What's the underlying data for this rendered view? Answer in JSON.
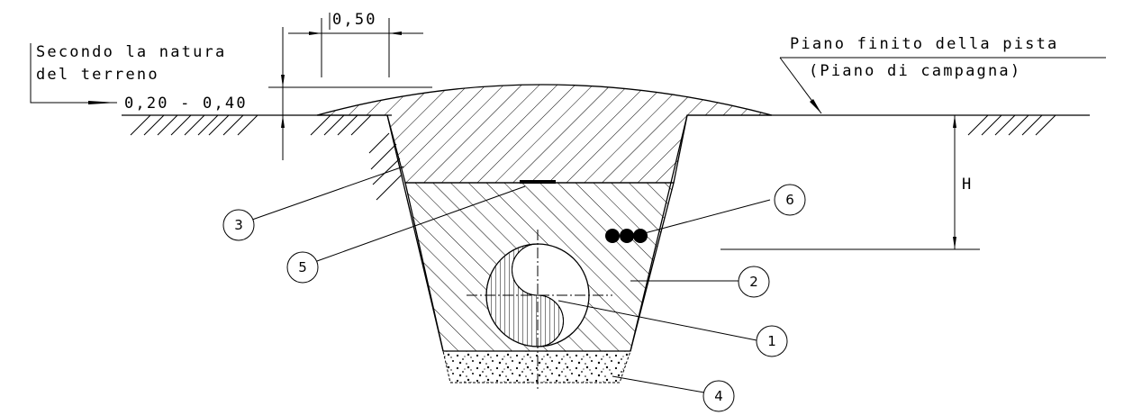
{
  "labels": {
    "soil_note_line1": "Secondo la natura",
    "soil_note_line2": "del terreno",
    "cover_depth": "0,20 - 0,40",
    "width_dim": "0,50",
    "surface_line1": "Piano finito della pista",
    "surface_line2": "(Piano di campagna)",
    "depth_symbol": "H"
  },
  "callouts": [
    "1",
    "2",
    "3",
    "4",
    "5",
    "6"
  ],
  "colors": {
    "ink": "#000000",
    "paper": "#ffffff"
  }
}
